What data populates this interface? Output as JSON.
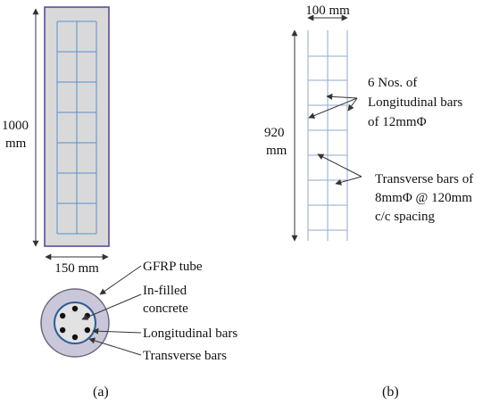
{
  "colors": {
    "column_fill": "#d9d9d9",
    "column_border": "#5e4c96",
    "rebar": "#5b8fc9",
    "cage": "#8faacd",
    "tube_outer": "#c9c7d9",
    "concrete": "#e2e2e2",
    "bar_dot": "#111111",
    "line": "#333333"
  },
  "panel_a": {
    "height_label_value": "1000",
    "height_label_unit": "mm",
    "width_label": "150 mm",
    "section_labels": {
      "gfrp": "GFRP tube",
      "infill_1": "In-filled",
      "infill_2": "concrete",
      "longitudinal": "Longitudinal bars",
      "transverse": "Transverse bars"
    },
    "caption": "(a)",
    "caption_letter": "a"
  },
  "panel_b": {
    "width_label": "100 mm",
    "height_label_value": "920",
    "height_label_unit": "mm",
    "longitudinal_note": [
      "6 Nos. of",
      "Longitudinal bars",
      "of 12mmΦ"
    ],
    "transverse_note": [
      "Transverse bars of",
      "8mmΦ @ 120mm",
      "c/c spacing"
    ],
    "caption": "(b)",
    "caption_letter": "b"
  }
}
